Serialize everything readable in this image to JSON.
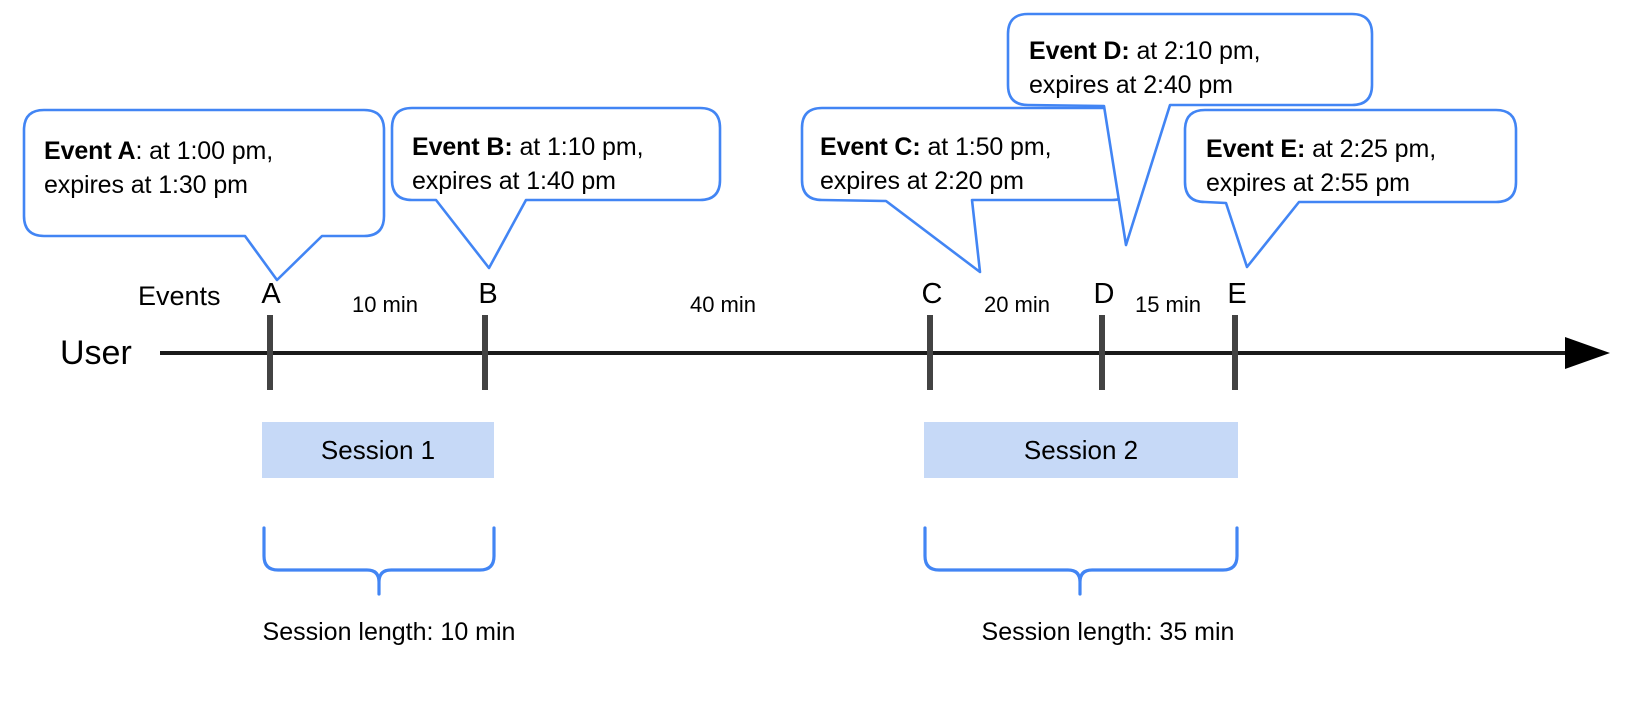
{
  "diagram": {
    "title_hidden": "",
    "colors": {
      "callout_stroke": "#4285f4",
      "brace_stroke": "#4285f4",
      "session_fill": "#c6d9f7",
      "axis": "#3c3c3c",
      "text": "#000000"
    },
    "axis": {
      "lane_label": "User",
      "events_label": "Events"
    },
    "events": [
      {
        "letter": "A",
        "callout_bold": "Event A",
        "callout_rest": ": at 1:00 pm,",
        "callout_line2": "expires at 1:30 pm",
        "time": "1:00 pm",
        "expires": "1:30 pm"
      },
      {
        "letter": "B",
        "callout_bold": "Event B:",
        "callout_rest": " at 1:10 pm,",
        "callout_line2": "expires at 1:40 pm",
        "time": "1:10 pm",
        "expires": "1:40 pm"
      },
      {
        "letter": "C",
        "callout_bold": "Event C:",
        "callout_rest": " at 1:50 pm,",
        "callout_line2": "expires at 2:20 pm",
        "time": "1:50 pm",
        "expires": "2:20 pm"
      },
      {
        "letter": "D",
        "callout_bold": "Event D:",
        "callout_rest": " at 2:10 pm,",
        "callout_line2": "expires at 2:40 pm",
        "time": "2:10 pm",
        "expires": "2:40 pm"
      },
      {
        "letter": "E",
        "callout_bold": "Event E:",
        "callout_rest": " at 2:25 pm,",
        "callout_line2": "expires at 2:55 pm",
        "time": "2:25 pm",
        "expires": "2:55 pm"
      }
    ],
    "gaps": [
      {
        "label": "10 min",
        "from": "A",
        "to": "B"
      },
      {
        "label": "40 min",
        "from": "B",
        "to": "C"
      },
      {
        "label": "20 min",
        "from": "C",
        "to": "D"
      },
      {
        "label": "15 min",
        "from": "D",
        "to": "E"
      }
    ],
    "sessions": [
      {
        "name": "Session 1",
        "length_label": "Session length: 10 min"
      },
      {
        "name": "Session 2",
        "length_label": "Session length: 35 min"
      }
    ]
  }
}
